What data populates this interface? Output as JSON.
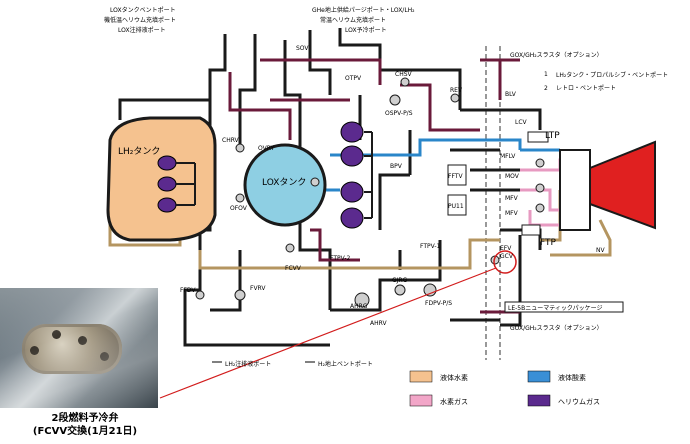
{
  "top_labels": {
    "lox_tank_vent_port": "LOXタンクベントポート",
    "second_stage_helium_fill_port": "機低温ヘリウム充填ポート",
    "lox_fill_drain_port": "LOX注排液ポート",
    "ghe_ground_purge_port": "GHe地上供給パージポート・LOX/LH₂",
    "ambient_helium_fill_port": "常温ヘリウム充填ポート",
    "lox_precool_port": "LOX予冷ポート"
  },
  "right_labels": {
    "gox_gh2_thruster_top": "GOX/GH₂スラスタ（オプション）",
    "gox_gh2_thruster_bottom": "GOX/GH₂スラスタ（オプション）",
    "lh2_tank_propulsion_vent": "LH₂タンク・プロパルシブ・ベントポート",
    "retro_vent_port": "レトロ・ベントポート",
    "pneumatic_package": "LE-5Bニューマティックパッケージ",
    "marker_1": "1",
    "marker_2": "2"
  },
  "components": {
    "lh2_tank": "LH₂タンク",
    "lox_tank": "LOXタンク",
    "ltp": "LTP",
    "ftp": "FTP",
    "chrv": "CHRV",
    "ovry": "OVRY",
    "ofov": "OFOV",
    "fcvv": "FCVV",
    "ffdv": "FFDV",
    "fvrv": "FVRV",
    "ftpv2": "FTPV-2",
    "ftpv1": "FTPV-1",
    "ahrg": "AHRG",
    "ahrv": "AHRV",
    "gjrg": "GJRG",
    "fdpvps": "FDPV-P/S",
    "ospvps": "OSPV-P/S",
    "otpv": "OTPV",
    "chsv": "CHSV",
    "rev": "REV",
    "blv": "BLV",
    "lcv": "LCV",
    "mflv": "MFLV",
    "mov": "MOV",
    "mfv": "MFV",
    "mfv2": "MFV",
    "efv": "EFV",
    "gcv": "GCV",
    "nv": "NV",
    "fftv": "FFTV",
    "pu11": "PU11",
    "bpv": "BPV",
    "sov": "SOV"
  },
  "bottom_labels": {
    "lh2_fill_drain_port": "LH₂注排液ポート",
    "h2_ground_vent_port": "H₂地上ベントポート"
  },
  "legend": [
    {
      "label": "液体水素",
      "color": "#f5c28f"
    },
    {
      "label": "液体酸素",
      "color": "#3a8fd6"
    },
    {
      "label": "水素ガス",
      "color": "#f2a6c8"
    },
    {
      "label": "ヘリウムガス",
      "color": "#5b2a8e"
    }
  ],
  "colors": {
    "lh2_tank_fill": "#f5c28f",
    "lox_tank_fill": "#8ecfe3",
    "helium_bottle": "#5b2a8e",
    "engine_red": "#e02020",
    "highlight_red": "#d21c1c",
    "line_dark": "#1a1a1a",
    "line_maroon": "#6a1a3a",
    "line_tan": "#b49560",
    "line_blue": "#2a86c9",
    "line_pink": "#e79ac1",
    "line_purple": "#5b2a8e"
  },
  "photo_caption": {
    "line1": "2段燃料予冷弁",
    "line2": "(FCVV交換(1月21日)"
  }
}
